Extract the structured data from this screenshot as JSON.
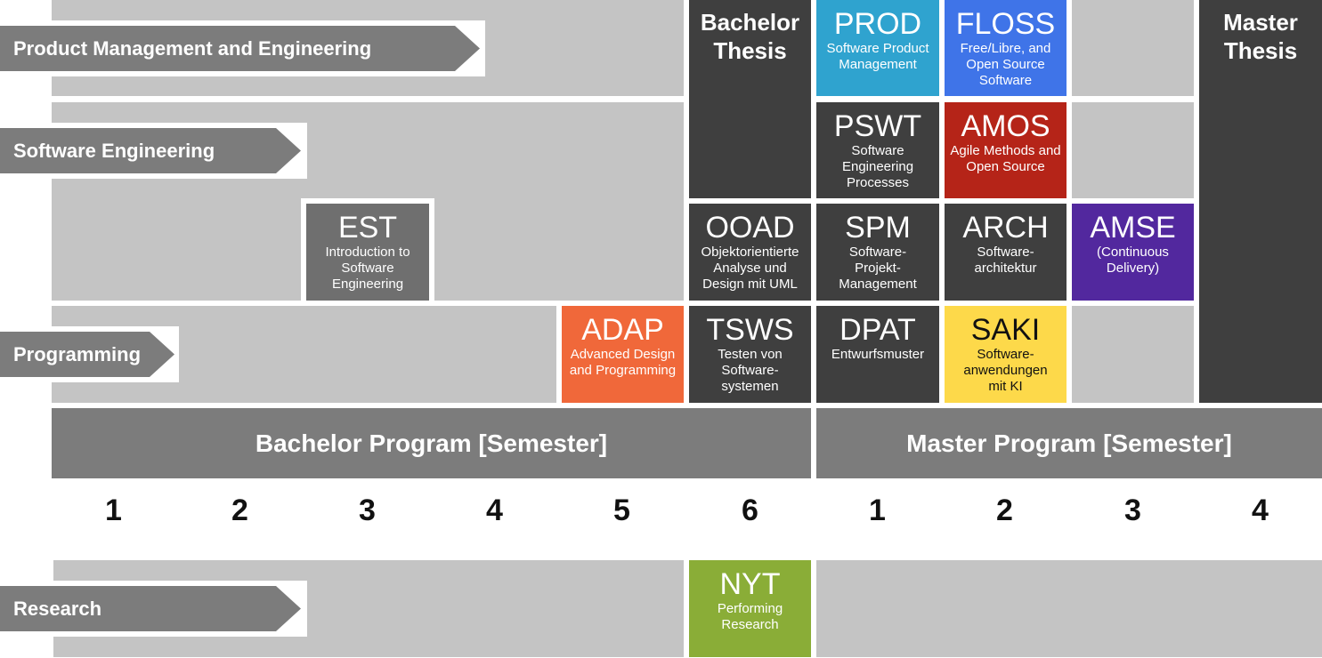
{
  "tracks": {
    "pme": "Product Management and Engineering",
    "se": "Software Engineering",
    "programming": "Programming",
    "research": "Research"
  },
  "theses": {
    "bachelor": "Bachelor Thesis",
    "master": "Master Thesis"
  },
  "courses": {
    "est": {
      "code": "EST",
      "desc": "Introduction to Software Engineering",
      "color": "#6f6f6f"
    },
    "adap": {
      "code": "ADAP",
      "desc": "Advanced Design and Programming",
      "color": "#f0683a"
    },
    "ooad": {
      "code": "OOAD",
      "desc": "Objektorientierte Analyse und Design mit UML",
      "color": "#3f3f3f"
    },
    "tsws": {
      "code": "TSWS",
      "desc": "Testen von Software-systemen",
      "color": "#3f3f3f"
    },
    "prod": {
      "code": "PROD",
      "desc": "Software Product Management",
      "color": "#2fa3cf"
    },
    "pswt": {
      "code": "PSWT",
      "desc": "Software Engineering Processes",
      "color": "#3f3f3f"
    },
    "spm": {
      "code": "SPM",
      "desc": "Software-Projekt-Management",
      "color": "#3f3f3f"
    },
    "dpat": {
      "code": "DPAT",
      "desc": "Entwurfsmuster",
      "color": "#3f3f3f"
    },
    "floss": {
      "code": "FLOSS",
      "desc": "Free/Libre, and Open Source Software",
      "color": "#3f74e8"
    },
    "amos": {
      "code": "AMOS",
      "desc": "Agile Methods and Open Source",
      "color": "#b52418"
    },
    "arch": {
      "code": "ARCH",
      "desc": "Software-architektur",
      "color": "#3f3f3f"
    },
    "saki": {
      "code": "SAKI",
      "desc": "Software-anwendungen mit KI",
      "color": "#fdd94a"
    },
    "amse": {
      "code": "AMSE",
      "desc": "(Continuous Delivery)",
      "color": "#52289e"
    },
    "nyt": {
      "code": "NYT",
      "desc": "Performing Research",
      "color": "#8aad37"
    }
  },
  "programs": {
    "bachelor": "Bachelor Program [Semester]",
    "master": "Master Program [Semester]"
  },
  "semesters": [
    "1",
    "2",
    "3",
    "4",
    "5",
    "6",
    "1",
    "2",
    "3",
    "4"
  ]
}
